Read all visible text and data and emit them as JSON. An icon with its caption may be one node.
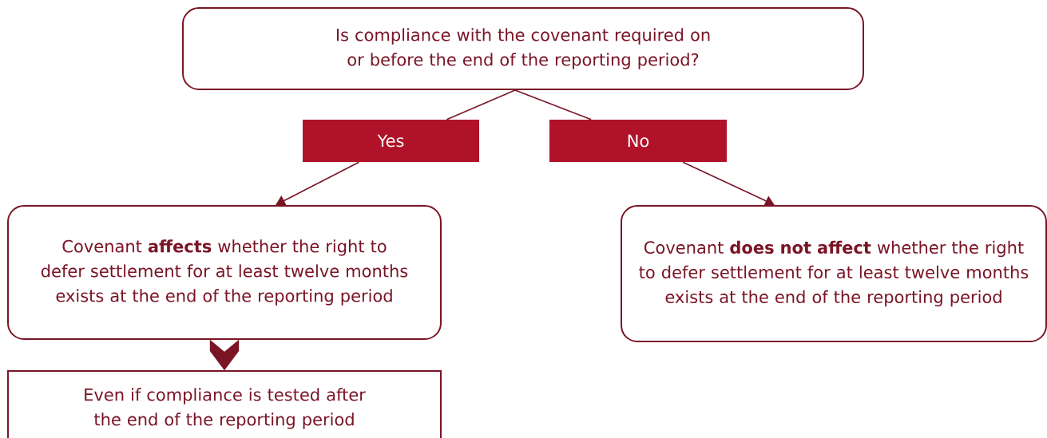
{
  "diagram": {
    "nodes": [
      {
        "text": [
          "Is compliance with the covenant required on or before the end of the reporting period?"
        ]
      },
      {
        "text": [
          "Yes"
        ]
      },
      {
        "text": [
          "No"
        ]
      },
      {
        "text": [
          "Covenant **affects** whether the right to defer settlement for at least twelve months exists at the end of the reporting period"
        ]
      },
      {
        "text": [
          "Covenant **does not affect** whether the right to defer settlement for at least twelve months exists at the end of the reporting period"
        ]
      },
      {
        "text": [
          "Even if compliance is tested after the end of the reporting period"
        ]
      }
    ],
    "edges": [
      {
        "from": 0,
        "to": 1,
        "arrow": "none"
      },
      {
        "from": 1,
        "to": 3,
        "arrow": "to"
      },
      {
        "from": 0,
        "to": 2,
        "arrow": "none"
      },
      {
        "from": 2,
        "to": 4,
        "arrow": "to"
      },
      {
        "from": 3,
        "to": 5,
        "arrow": "to",
        "style": "thick"
      }
    ]
  }
}
